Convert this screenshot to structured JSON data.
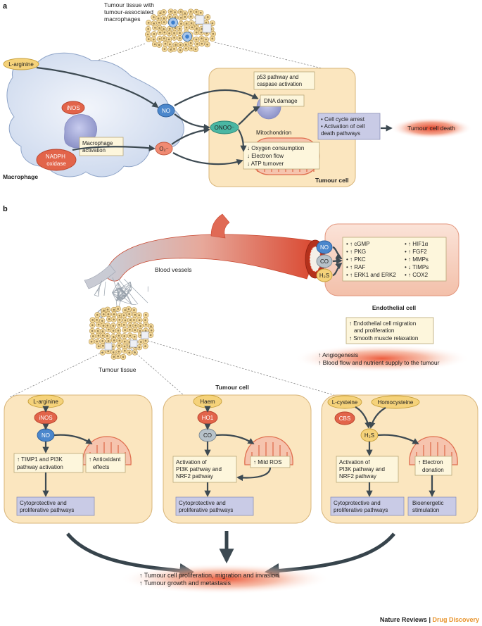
{
  "panel_a": {
    "label": "a",
    "tissue_caption": [
      "Tumour tissue with",
      "tumour-associated",
      "macrophages"
    ],
    "l_arginine": "L-arginine",
    "inos": "iNOS",
    "no": "NO",
    "onoo": "ONOO⁻",
    "o2": "O₂⁻",
    "nadph": [
      "NADPH",
      "oxidase"
    ],
    "macrophage_activation": [
      "Macrophage",
      "activation"
    ],
    "macrophage_label": "Macrophage",
    "p53": [
      "p53 pathway and",
      "caspase activation"
    ],
    "dna_damage": "DNA damage",
    "mitochondrion": "Mitochondrion",
    "oxygen_effects": [
      "↓ Oxygen consumption",
      "↓ Electron flow",
      "↓ ATP turnover"
    ],
    "cell_cycle": [
      "• Cell cycle arrest",
      "• Activation of cell",
      "  death pathways"
    ],
    "tumour_cell_death": "Tumour cell death",
    "tumour_cell_label": "Tumour cell"
  },
  "panel_b": {
    "label": "b",
    "blood_vessels": "Blood vessels",
    "gases": {
      "no": "NO",
      "co": "CO",
      "h2s": "H₂S"
    },
    "signals_left": [
      "• ↑ cGMP",
      "• ↑ PKG",
      "• ↑ PKC",
      "• ↑ RAF",
      "• ↑ ERK1 and ERK2"
    ],
    "signals_right": [
      "• ↑ HIF1α",
      "• ↑ FGF2",
      "• ↑ MMPs",
      "• ↓ TIMPs",
      "• ↑ COX2"
    ],
    "endothelial_label": "Endothelial cell",
    "endothelial_effects": [
      "↑ Endothelial cell migration",
      "and proliferation",
      "↑ Smooth muscle relaxation"
    ],
    "angiogenesis": [
      "↑ Angiogenesis",
      "↑ Blood flow and nutrient supply to the tumour"
    ],
    "tumour_tissue": "Tumour tissue",
    "tumour_cell_heading": "Tumour cell",
    "cell1": {
      "l_arginine": "L-arginine",
      "inos": "iNOS",
      "no": "NO",
      "timp": [
        "↑ TIMP1 and PI3K",
        "pathway activation"
      ],
      "antioxidant": [
        "↑ Antioxidant",
        "effects"
      ],
      "cyto": [
        "Cytoprotective and",
        "proliferative pathways"
      ]
    },
    "cell2": {
      "haem": "Haem",
      "ho1": "HO1",
      "co": "CO",
      "activation": [
        "Activation of",
        "PI3K pathway and",
        "NRF2 pathway"
      ],
      "mild_ros": "↑ Mild ROS",
      "cyto": [
        "Cytoprotective and",
        "proliferative pathways"
      ]
    },
    "cell3": {
      "l_cysteine": "L-cysteine",
      "homocysteine": "Homocysteine",
      "cbs": "CBS",
      "h2s": "H₂S",
      "activation": [
        "Activation of",
        "PI3K pathway and",
        "NRF2 pathway"
      ],
      "electron": [
        "↑ Electron",
        "donation"
      ],
      "cyto": [
        "Cytoprotective and",
        "proliferative pathways"
      ],
      "bioenergetic": [
        "Bioenergetic",
        "stimulation"
      ]
    },
    "outcome": [
      "↑ Tumour cell proliferation, migration and invasion",
      "↑ Tumour growth and metastasis"
    ]
  },
  "footer": {
    "journal": "Nature Reviews",
    "separator": " | ",
    "section": "Drug Discovery"
  },
  "colors": {
    "arrow": "#3d4a52",
    "cell_fill": "#fbe6bf",
    "accent_red": "#e2644a",
    "journal_orange": "#e8932a"
  }
}
